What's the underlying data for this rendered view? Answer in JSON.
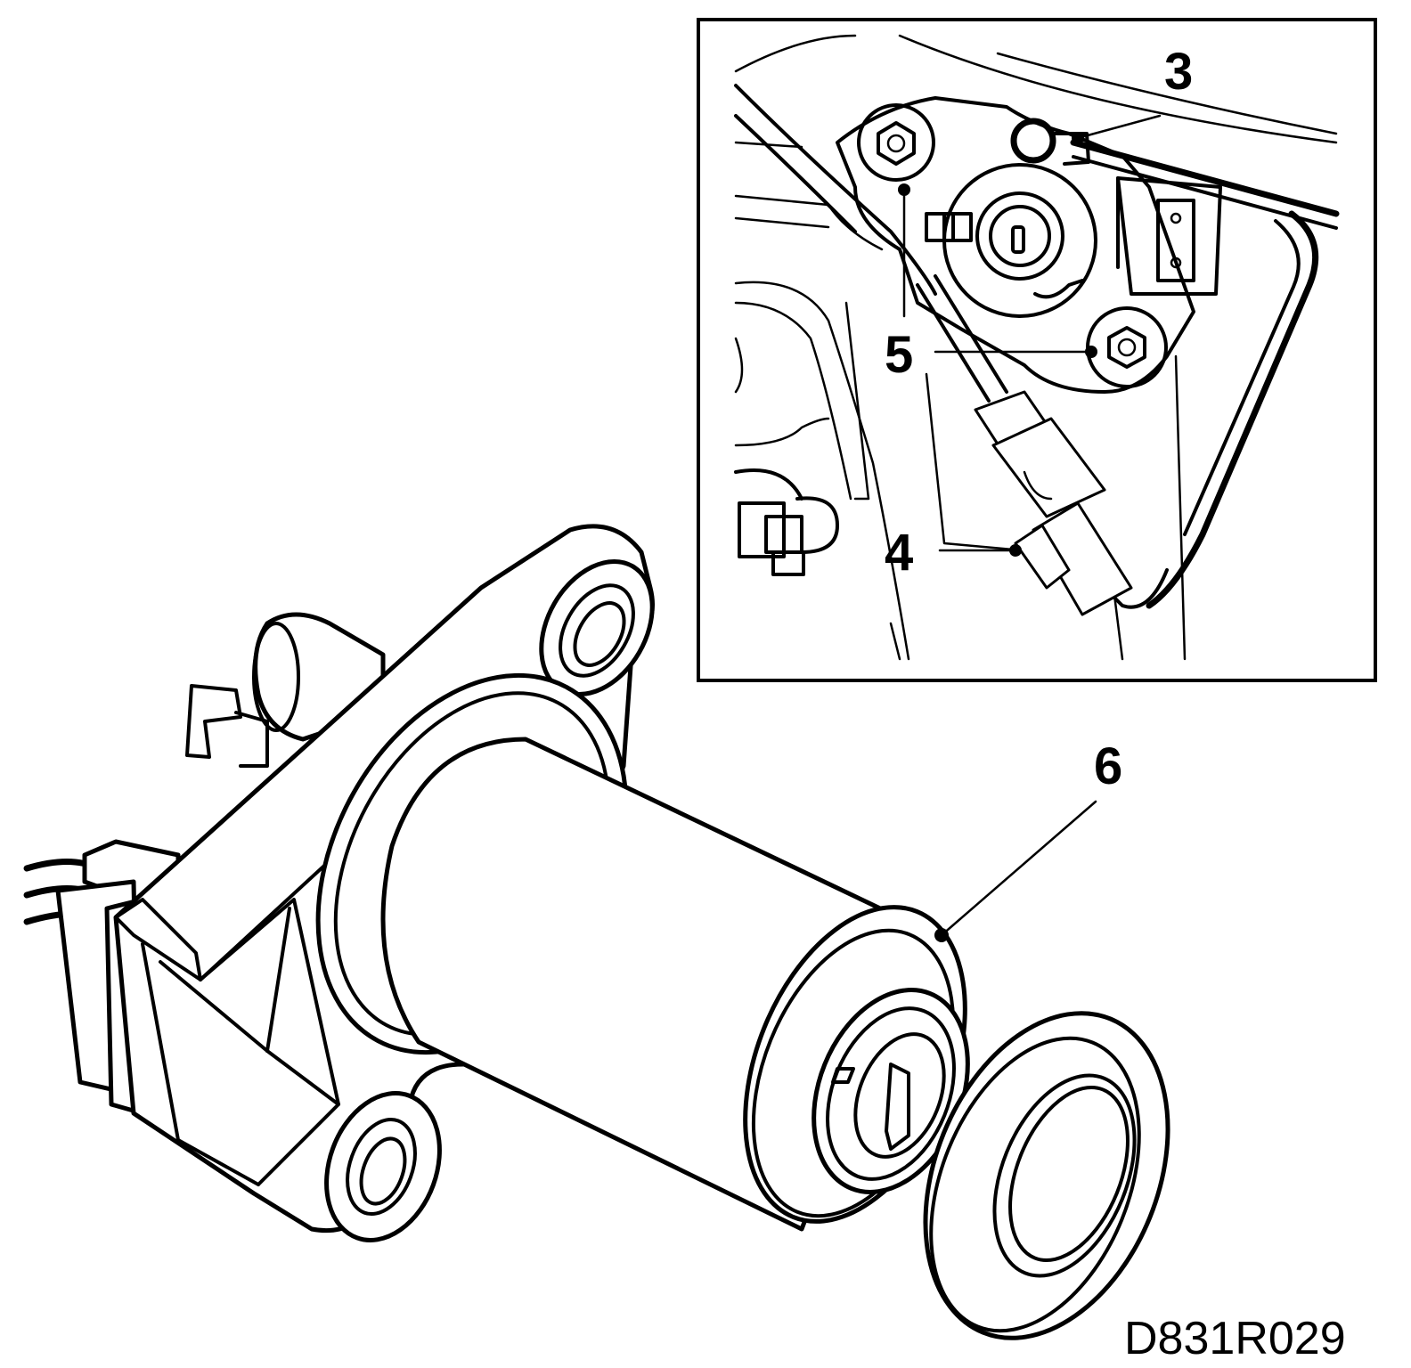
{
  "figure_code": "D831R029",
  "callouts": {
    "c3": "3",
    "c4": "4",
    "c5a": "5",
    "c6": "6"
  }
}
